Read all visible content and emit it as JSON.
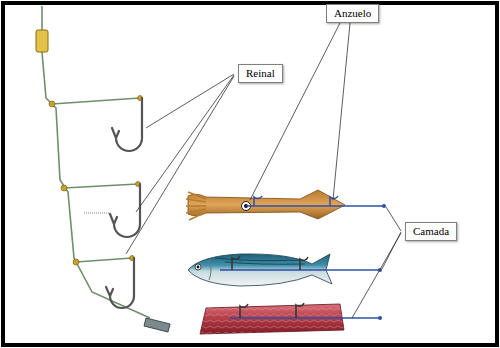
{
  "diagram": {
    "nodes": [
      {
        "text": [
          "Reinal"
        ]
      },
      {
        "text": [
          "Anzuelo"
        ]
      },
      {
        "text": [
          "Camada"
        ]
      }
    ]
  }
}
